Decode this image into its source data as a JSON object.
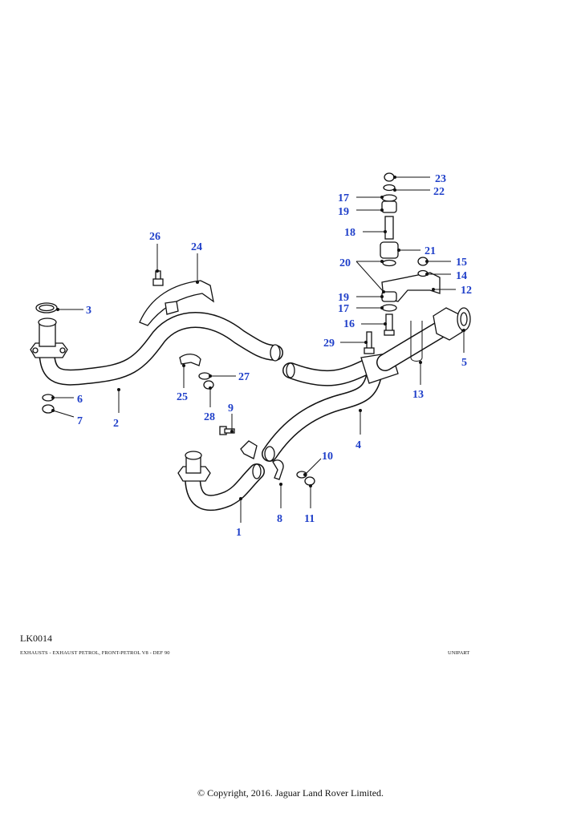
{
  "diagram": {
    "reference": "LK0014",
    "caption": "EXHAUSTS - EXHAUST PETROL, FRONT-PETROL V8 - DEF 90",
    "supplier": "UNIPART",
    "copyright": "© Copyright, 2016. Jaguar Land Rover Limited.",
    "callout_color": "#1f3fc9",
    "callouts": [
      "1",
      "2",
      "3",
      "4",
      "5",
      "6",
      "7",
      "8",
      "9",
      "10",
      "11",
      "12",
      "13",
      "14",
      "15",
      "16",
      "17",
      "18",
      "19",
      "20",
      "21",
      "22",
      "23",
      "24",
      "25",
      "26",
      "27",
      "28",
      "29",
      "17",
      "19"
    ]
  }
}
